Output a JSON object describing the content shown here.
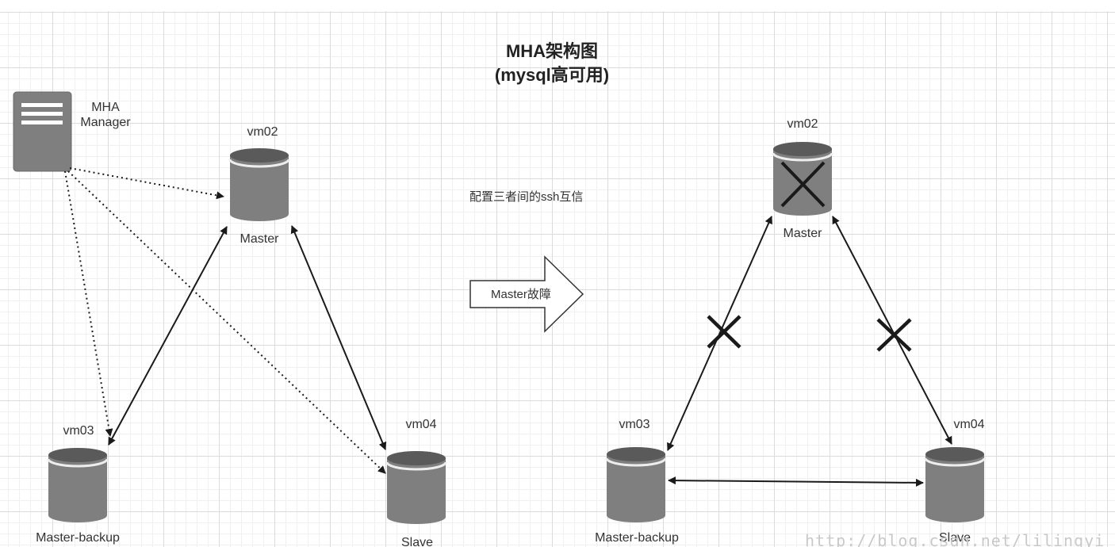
{
  "title": {
    "line1": "MHA架构图",
    "line2": "(mysql高可用)"
  },
  "left_diagram": {
    "manager": {
      "line1": "MHA",
      "line2": "Manager",
      "icon": "server-icon"
    },
    "nodes": [
      {
        "id": "vm02",
        "host": "vm02",
        "role": "Master",
        "icon": "database-icon"
      },
      {
        "id": "vm03",
        "host": "vm03",
        "role": "Master-backup",
        "icon": "database-icon"
      },
      {
        "id": "vm04",
        "host": "vm04",
        "role": "Slave",
        "icon": "database-icon"
      }
    ]
  },
  "annotation": "配置三者间的ssh互信",
  "transition_arrow": {
    "label": "Master故障"
  },
  "right_diagram": {
    "nodes": [
      {
        "id": "vm02",
        "host": "vm02",
        "role": "Master",
        "status": "failed",
        "icon": "database-failed-icon"
      },
      {
        "id": "vm03",
        "host": "vm03",
        "role": "Master-backup",
        "icon": "database-icon"
      },
      {
        "id": "vm04",
        "host": "vm04",
        "role": "Slave",
        "icon": "database-icon"
      }
    ]
  },
  "watermark": "http://blog.csdn.net/lilingyi",
  "colors": {
    "node_fill": "#7f7f7f",
    "node_dark": "#5a5a5a",
    "node_light": "#ededed",
    "line": "#1a1a1a",
    "grid": "#dcdcdc"
  }
}
